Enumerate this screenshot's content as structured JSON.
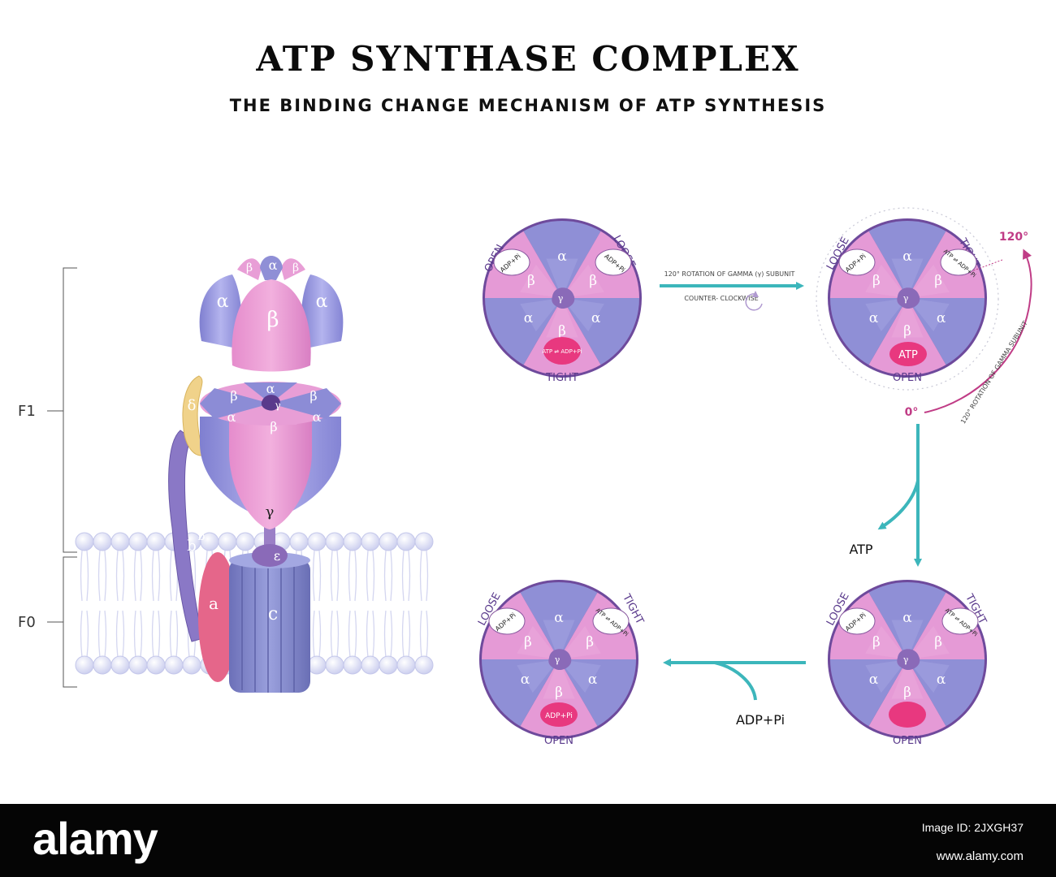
{
  "header": {
    "title": "ATP SYNTHASE COMPLEX",
    "subtitle": "THE BINDING CHANGE MECHANISM OF ATP SYNTHESIS"
  },
  "complex": {
    "region_f1": "F1",
    "region_f0": "F0",
    "subunits": {
      "alpha": "α",
      "beta": "β",
      "gamma": "γ",
      "delta": "δ",
      "epsilon": "ε",
      "a": "a",
      "b": "b",
      "c": "c"
    }
  },
  "cycle": {
    "states": {
      "open": "OPEN",
      "loose": "LOOSE",
      "tight": "TIGHT"
    },
    "contents": {
      "adp_pi": "ADP+Pi",
      "atp": "ATP",
      "atp_eq": "ATP ⇌ ADP+Pi"
    },
    "arrow_top_line1": "120° ROTATION OF GAMMA (γ) SUBUNIT",
    "arrow_top_line2": "COUNTER- CLOCKWISE",
    "rotation_label": "120° ROTATION OF GAMMA SUBUNIT",
    "angle_start": "0°",
    "angle_end": "120°",
    "atp_release": "ATP",
    "adp_entry": "ADP+Pi"
  },
  "footer": {
    "brand": "alamy",
    "image_id": "Image ID: 2JXGH37",
    "url": "www.alamy.com"
  },
  "colors": {
    "purple": "#8f8fd6",
    "pink": "#e59ad6",
    "magenta": "#e8387f",
    "teal": "#3cb6bb",
    "dark_violet": "#6e4a9c"
  }
}
